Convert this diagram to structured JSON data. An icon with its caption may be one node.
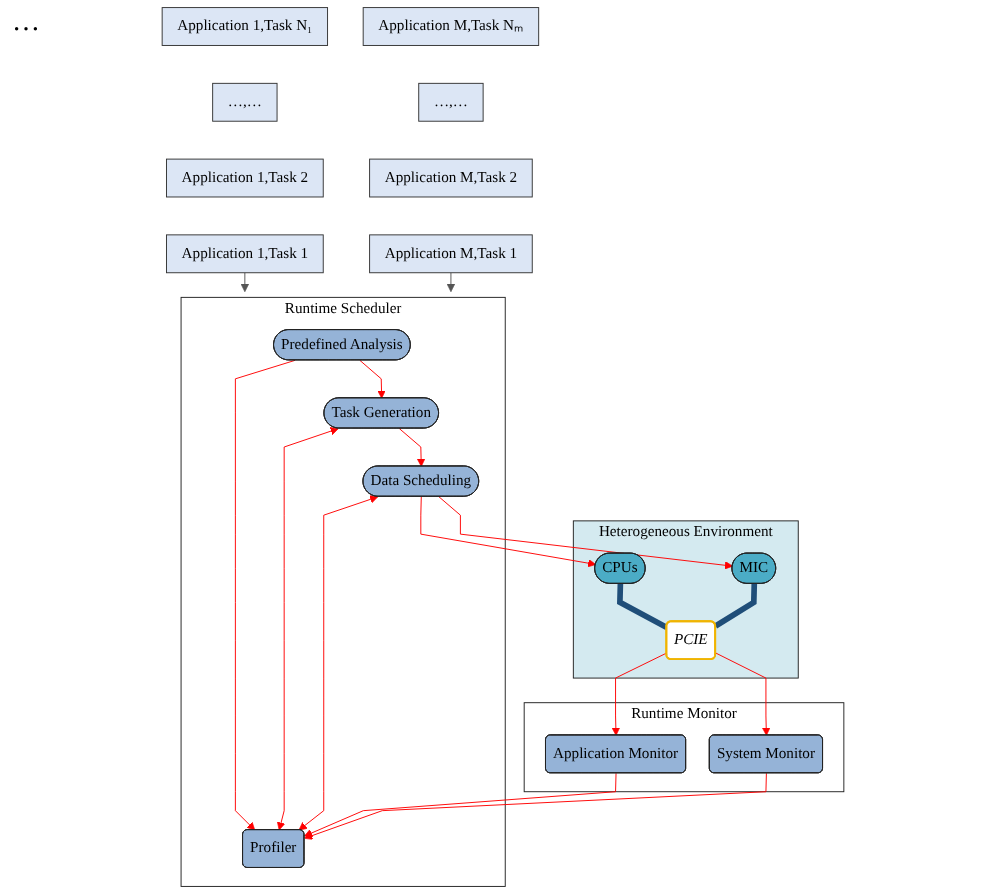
{
  "diagram": {
    "nodes": [
      {
        "text": [
          "Application 1,Task N₁"
        ]
      },
      {
        "text": [
          "…,…"
        ]
      },
      {
        "text": [
          "Application 1,Task 2"
        ]
      },
      {
        "text": [
          "Application 1,Task 1"
        ]
      },
      {
        "text": [
          "Application M,Task Nₘ"
        ]
      },
      {
        "text": [
          "…,…"
        ]
      },
      {
        "text": [
          "Application M,Task 2"
        ]
      },
      {
        "text": [
          "Application M,Task 1"
        ]
      },
      {
        "text": [
          "Runtime Scheduler"
        ]
      },
      {
        "text": [
          "Predefined Analysis"
        ],
        "in": 8
      },
      {
        "text": [
          "Task Generation"
        ],
        "in": 8
      },
      {
        "text": [
          "Data Scheduling"
        ],
        "in": 8
      },
      {
        "text": [
          "Profiler"
        ],
        "in": 8
      },
      {
        "text": [
          "Heterogeneous Environment"
        ]
      },
      {
        "text": [
          "CPUs"
        ],
        "in": 13
      },
      {
        "text": [
          "MIC"
        ],
        "in": 13
      },
      {
        "text": [
          "PCIE"
        ],
        "in": 13
      },
      {
        "text": [
          "Runtime Monitor"
        ]
      },
      {
        "text": [
          "Application Monitor"
        ],
        "in": 17
      },
      {
        "text": [
          "System Monitor"
        ],
        "in": 17
      }
    ],
    "edges": [
      {
        "from": 3,
        "to": 8,
        "arrow": "to",
        "color": "#555555"
      },
      {
        "from": 7,
        "to": 8,
        "arrow": "to",
        "color": "#555555"
      },
      {
        "from": 9,
        "to": 10,
        "arrow": "to"
      },
      {
        "from": 9,
        "to": 12,
        "arrow": "to"
      },
      {
        "from": 10,
        "to": 11,
        "arrow": "to"
      },
      {
        "from": 10,
        "to": 12,
        "arrow": "both"
      },
      {
        "from": 11,
        "to": 12,
        "arrow": "both"
      },
      {
        "from": 11,
        "to": 14,
        "arrow": "to"
      },
      {
        "from": 11,
        "to": 15,
        "arrow": "to"
      },
      {
        "from": 14,
        "to": 16,
        "arrow": "none",
        "style": "thick",
        "color": "#1f4e79"
      },
      {
        "from": 15,
        "to": 16,
        "arrow": "none",
        "style": "thick",
        "color": "#1f4e79"
      },
      {
        "from": 16,
        "to": 18,
        "arrow": "to"
      },
      {
        "from": 16,
        "to": 19,
        "arrow": "to"
      },
      {
        "from": 18,
        "to": 12,
        "arrow": "to"
      },
      {
        "from": 19,
        "to": 12,
        "arrow": "to"
      }
    ],
    "labels": [
      "…"
    ]
  }
}
